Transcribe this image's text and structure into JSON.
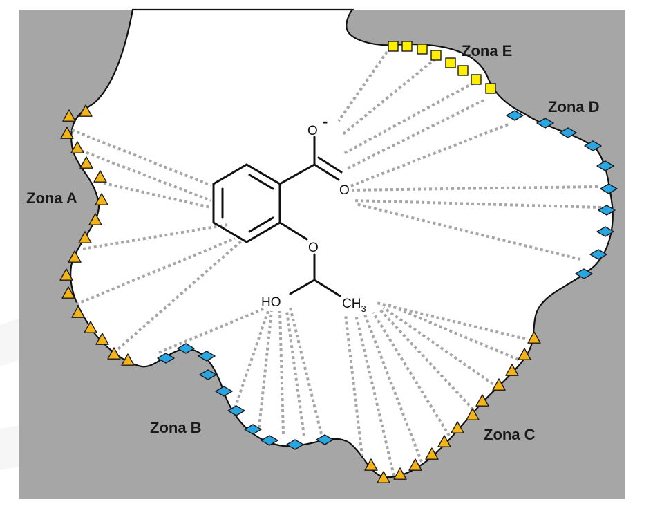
{
  "figure": {
    "zones": [
      {
        "id": "A",
        "label": "Zona A",
        "marker": "triangle"
      },
      {
        "id": "B",
        "label": "Zona B",
        "marker": "diamond"
      },
      {
        "id": "C",
        "label": "Zona C",
        "marker": "triangle"
      },
      {
        "id": "D",
        "label": "Zona D",
        "marker": "diamond"
      },
      {
        "id": "E",
        "label": "Zona E",
        "marker": "square"
      }
    ],
    "molecule": {
      "carboxylate_o_top": "O",
      "carboxylate_charge": "-",
      "carbonyl_o": "O",
      "ether_o": "O",
      "hydroxyl": "HO",
      "methyl_main": "CH",
      "methyl_sub": "3"
    },
    "colors": {
      "background": "#a6a6a6",
      "pocket": "#ffffff",
      "triangle_marker": "#f2b417",
      "diamond_marker": "#29a6e1",
      "square_marker": "#ffee00",
      "contact_lines": "#a6a6a6"
    }
  }
}
